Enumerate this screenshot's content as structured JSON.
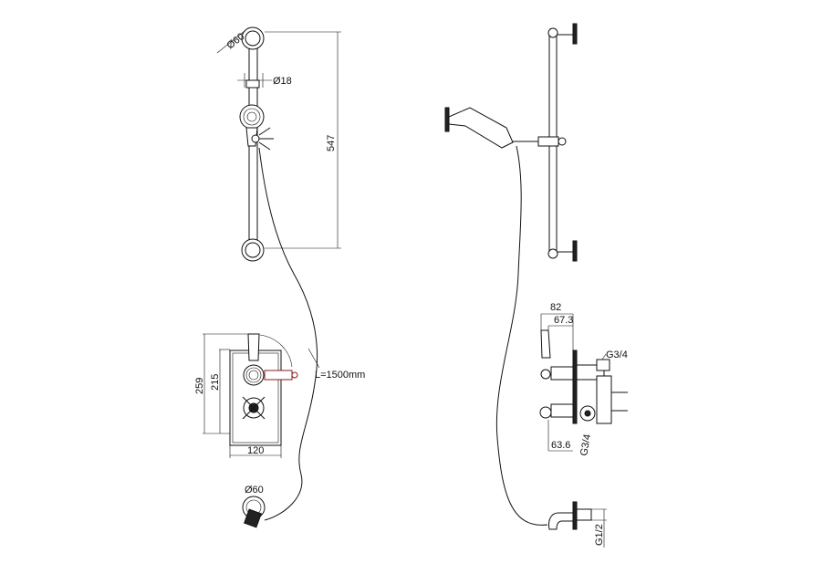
{
  "front_view": {
    "bracket_diameter": "Ø60",
    "rail_diameter": "Ø18",
    "rail_length": "547",
    "hose_length": "L=1500mm",
    "valve_height_outer": "259",
    "valve_height_inner": "215",
    "valve_width": "120",
    "outlet_diameter": "Ø60"
  },
  "side_view": {
    "valve_depth_total": "82",
    "valve_depth_handle": "67.3",
    "outlet_thread_top": "G3/4",
    "valve_projection": "63.6",
    "inlet_thread": "G3/4",
    "elbow_thread": "G1/2"
  }
}
